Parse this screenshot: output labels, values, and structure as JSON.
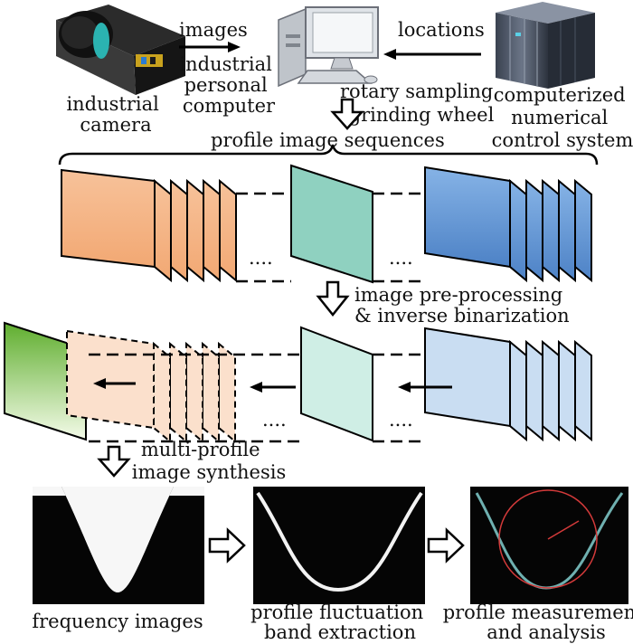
{
  "labels": {
    "images": "images",
    "locations": "locations",
    "industrial_camera": [
      "industrial",
      "camera"
    ],
    "industrial_pc": [
      "industrial",
      "personal",
      "computer"
    ],
    "cnc": [
      "computerized",
      "numerical",
      "control system"
    ],
    "rotary_sampling": [
      "rotary sampling",
      "grinding wheel"
    ],
    "profile_image_sequences": "profile image sequences",
    "preprocessing": [
      "image pre-processing",
      "& inverse binarization"
    ],
    "ellipsis": "....",
    "multi_profile": [
      "multi-profile",
      "image synthesis"
    ],
    "frequency_images": "frequency images",
    "band_extraction": [
      "profile fluctuation",
      "band extraction"
    ],
    "measurement": [
      "profile measurement",
      "and analysis"
    ]
  },
  "colors": {
    "orange_frame": "#f5b98a",
    "teal_frame": "#8fd1c0",
    "blue_frame": "#6a9fd8",
    "light_blue_frame": "#c9ddf2",
    "light_teal_frame": "#cfeee5",
    "peach_frame": "#fbe0cc",
    "green_frame": "#7cc043",
    "dark": "#000000"
  }
}
